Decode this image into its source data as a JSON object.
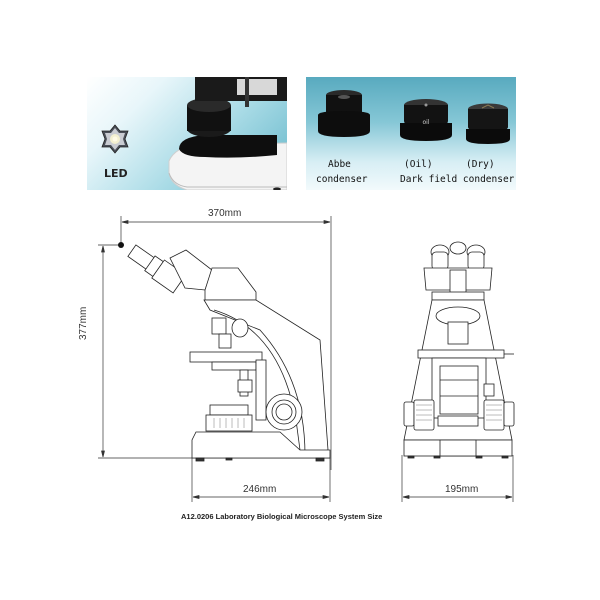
{
  "photos": {
    "led_panel": {
      "label": "LED",
      "icon": "led-chip-icon"
    },
    "condenser_panel": {
      "items": [
        {
          "name": "abbe",
          "label_line1": "Abbe",
          "label_line2": "condenser"
        },
        {
          "name": "oil",
          "label_line1": "(Oil)",
          "engraving": "oil"
        },
        {
          "name": "dry",
          "label_line1": "(Dry)"
        }
      ],
      "shared_label": "Dark field condenser"
    }
  },
  "drawing": {
    "side_view": {
      "width_label": "370mm",
      "height_label": "377mm",
      "base_label": "246mm"
    },
    "front_view": {
      "base_label": "195mm"
    }
  },
  "caption": "A12.0206  Laboratory Biological Microscope System Size",
  "colors": {
    "line": "#333333",
    "panel_accent": "#63b6c9"
  }
}
